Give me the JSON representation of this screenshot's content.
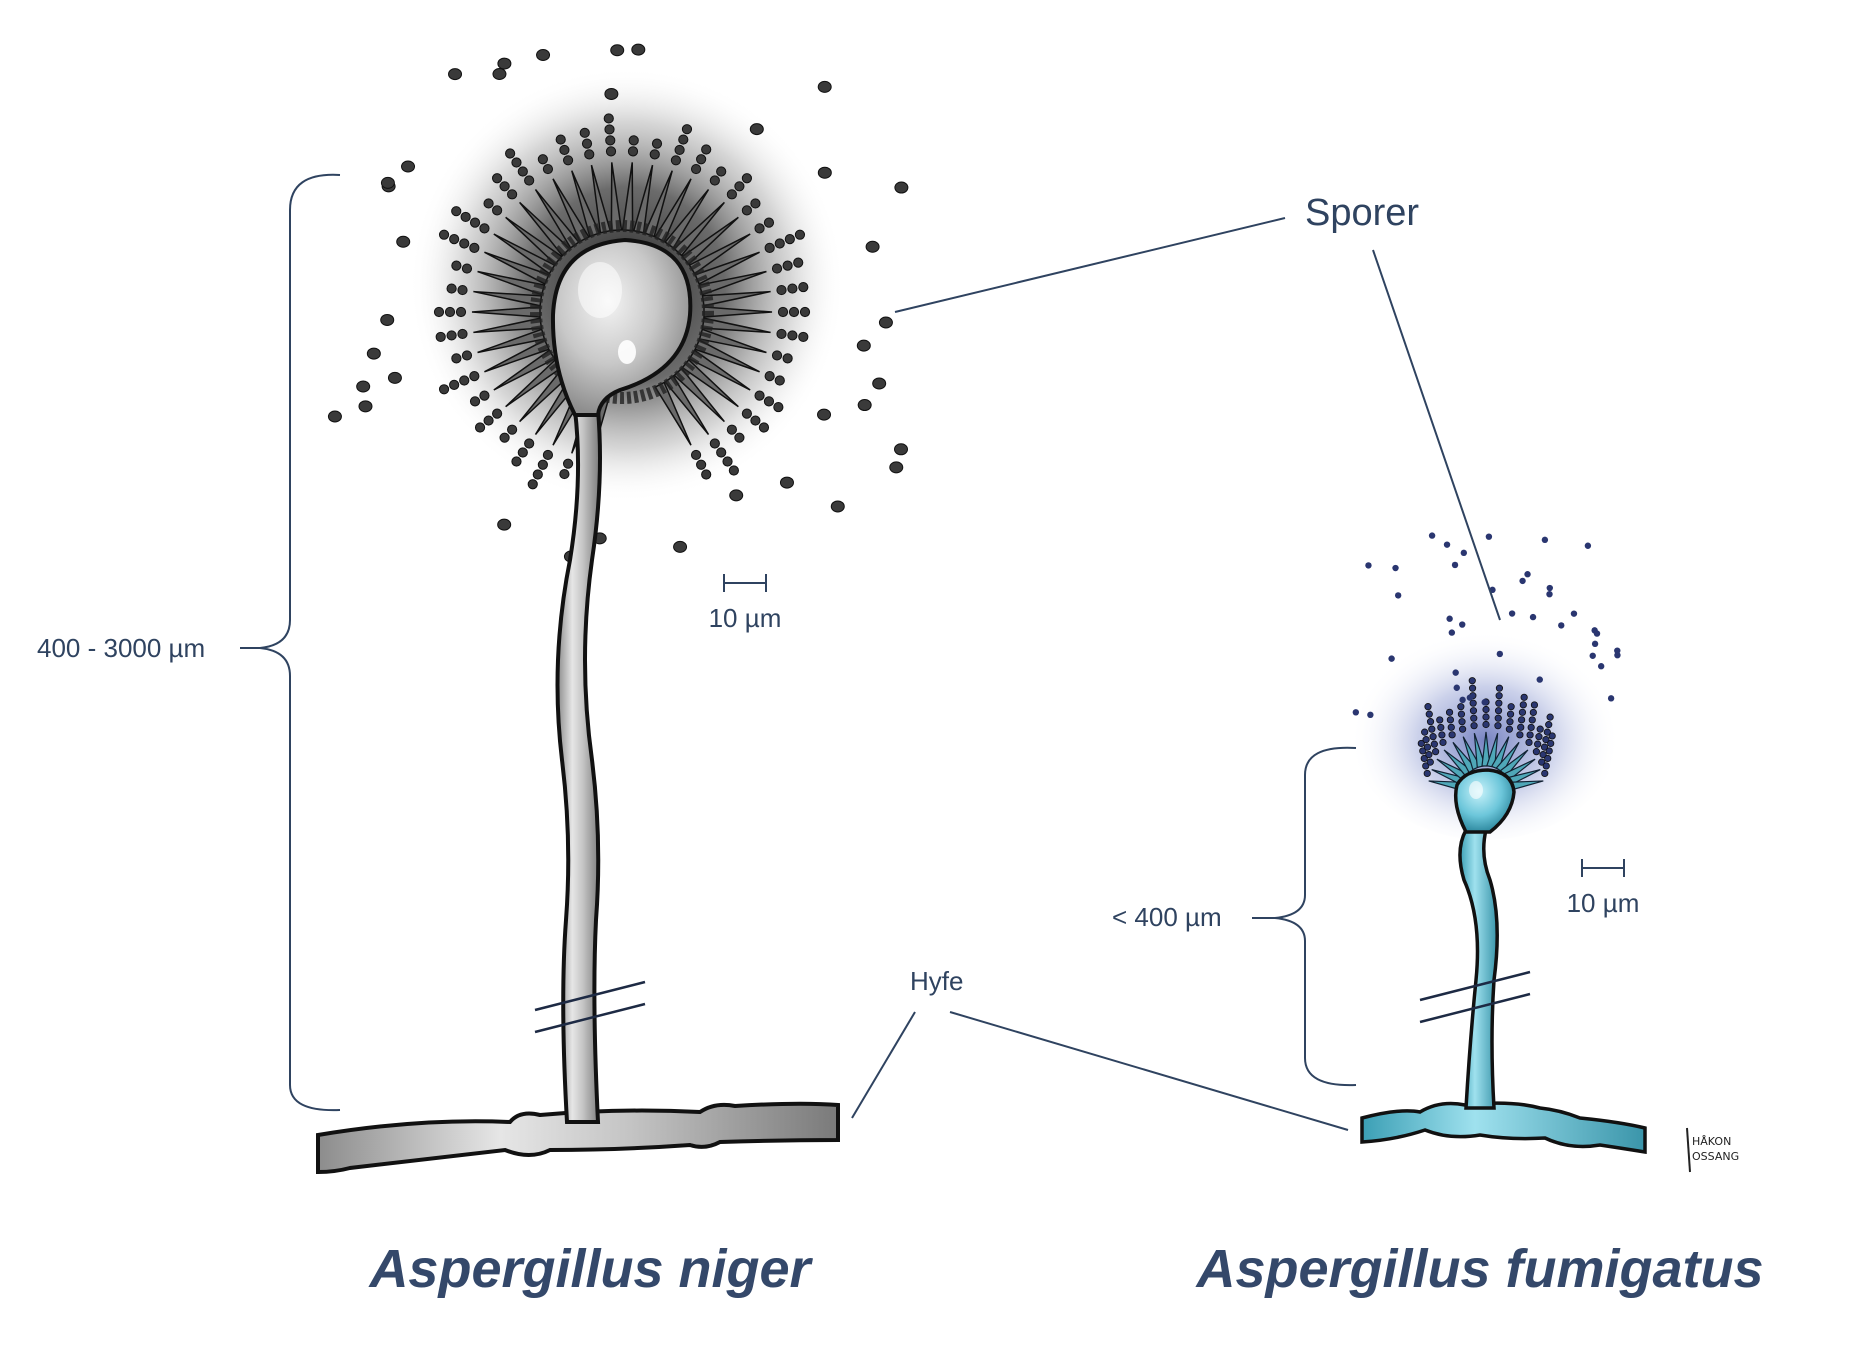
{
  "labels": {
    "spores": "Sporer",
    "hypha": "Hyfe"
  },
  "niger": {
    "name": "Aspergillus niger",
    "height_range": "400 - 3000 µm",
    "scale_bar": "10 µm"
  },
  "fumigatus": {
    "name": "Aspergillus fumigatus",
    "height_range": "< 400 µm",
    "scale_bar": "10 µm"
  },
  "artist_signature": [
    "HÅKON",
    "OSSANG"
  ],
  "colors": {
    "label_text": "#2f4360",
    "species_text": "#34486a",
    "niger_body": "#b5b5b5",
    "niger_spores": "#3a3a3a",
    "fumigatus_body": "#7fcfe0",
    "fumigatus_spores": "#2a3670",
    "fumigatus_halo": "#5566b8",
    "outline": "#111111"
  }
}
